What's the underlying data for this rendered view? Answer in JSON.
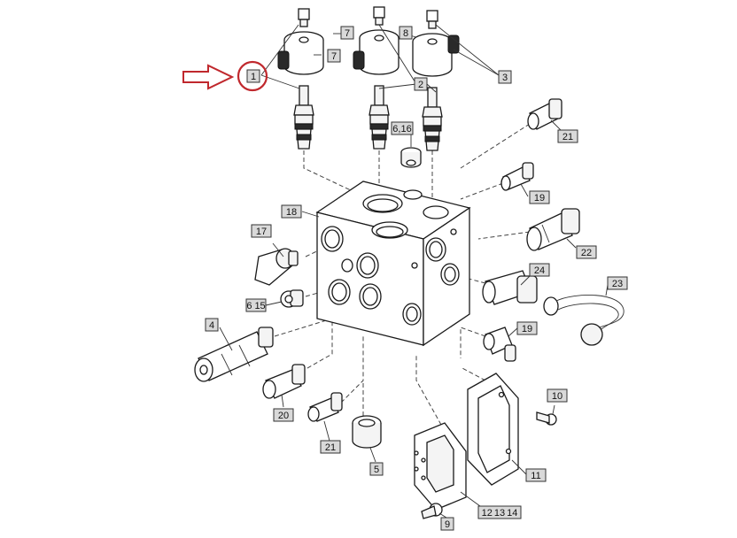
{
  "colors": {
    "highlight": "#c0282d",
    "label_fill": "#d9d9d9",
    "line": "#1a1a1a"
  },
  "callouts": {
    "c1": "1",
    "c2": "2",
    "c3": "3",
    "c4": "4",
    "c5": "5",
    "c6_16": "6,16",
    "c6_15_a": "6",
    "c6_15_b": "15",
    "c7a": "7",
    "c7b": "7",
    "c8": "8",
    "c9": "9",
    "c10": "10",
    "c11": "11",
    "c12": "12",
    "c13": "13",
    "c14": "14",
    "c17": "17",
    "c18": "18",
    "c19a": "19",
    "c19b": "19",
    "c20": "20",
    "c21a": "21",
    "c21b": "21",
    "c22": "22",
    "c23": "23",
    "c24": "24"
  }
}
